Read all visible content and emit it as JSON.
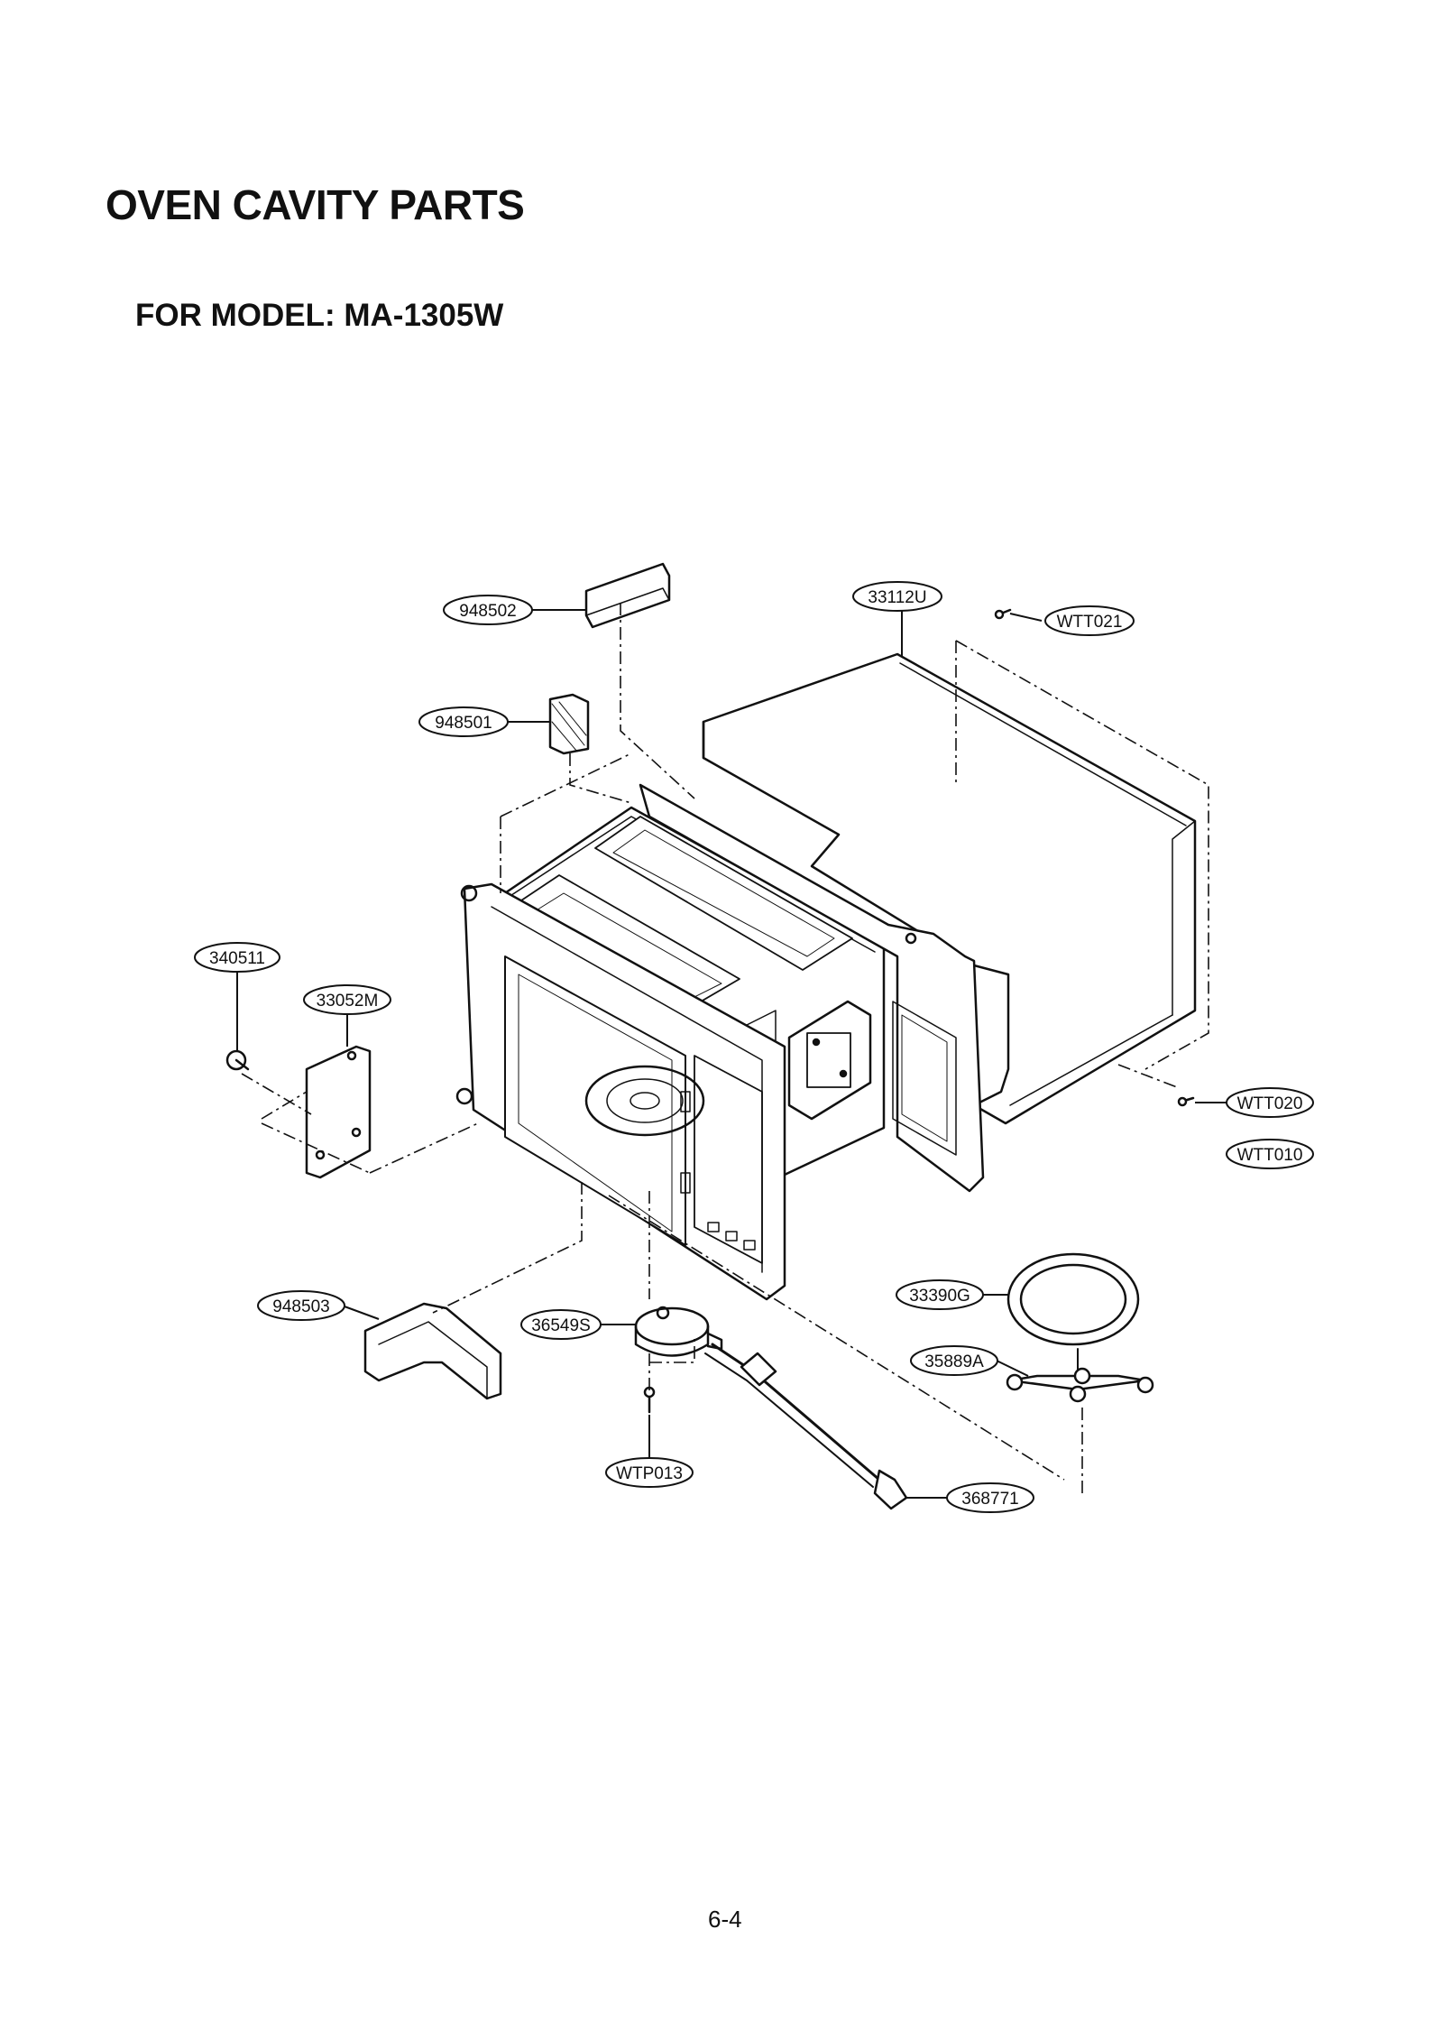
{
  "page": {
    "title": "OVEN CAVITY PARTS",
    "subtitle": "FOR MODEL: MA-1305W",
    "page_number": "6-4"
  },
  "parts": [
    {
      "id": "948502"
    },
    {
      "id": "948501"
    },
    {
      "id": "33112U"
    },
    {
      "id": "WTT021"
    },
    {
      "id": "340511"
    },
    {
      "id": "33052M"
    },
    {
      "id": "WTT020"
    },
    {
      "id": "WTT010"
    },
    {
      "id": "33390G"
    },
    {
      "id": "35889A"
    },
    {
      "id": "948503"
    },
    {
      "id": "36549S"
    },
    {
      "id": "WTP013"
    },
    {
      "id": "368771"
    }
  ]
}
